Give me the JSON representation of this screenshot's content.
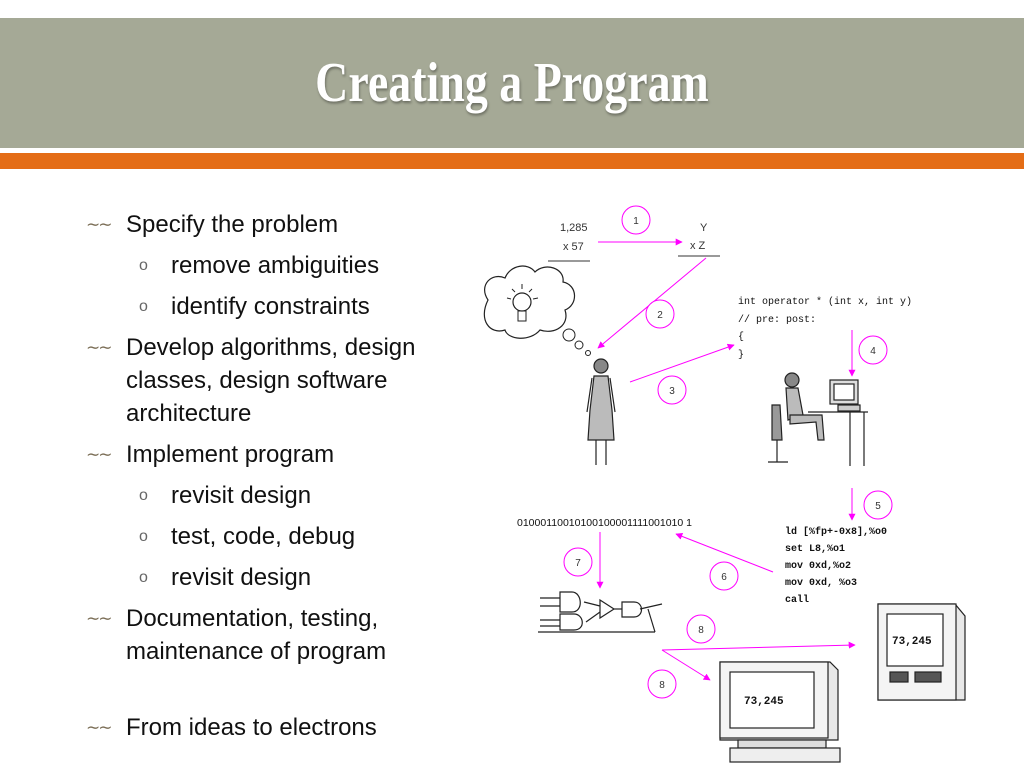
{
  "slide": {
    "title": "Creating a Program",
    "colors": {
      "header": "#a5a996",
      "accent": "#e46d16",
      "arrow": "#ff00ff"
    }
  },
  "bullets": [
    {
      "level": 1,
      "text": "Specify the problem"
    },
    {
      "level": 2,
      "text": "remove ambiguities"
    },
    {
      "level": 2,
      "text": "identify constraints"
    },
    {
      "level": 1,
      "text": "Develop algorithms, design classes, design software architecture"
    },
    {
      "level": 1,
      "text": "Implement program"
    },
    {
      "level": 2,
      "text": "revisit design"
    },
    {
      "level": 2,
      "text": "test, code, debug"
    },
    {
      "level": 2,
      "text": "revisit design"
    },
    {
      "level": 1,
      "text": "Documentation, testing, maintenance of program"
    },
    {
      "level": 1,
      "text": "From ideas to electrons"
    }
  ],
  "diagram": {
    "steps": [
      "1",
      "2",
      "3",
      "4",
      "5",
      "6",
      "7",
      "8",
      "8"
    ],
    "problem": {
      "line1": "1,285",
      "line2": "x  57"
    },
    "abstract": {
      "line1": "Y",
      "line2": "x Z"
    },
    "code": [
      "int operator * (int x, int y)",
      "// pre:  post:",
      "{",
      "}"
    ],
    "assembly": [
      "ld [%fp+-0x8],%o0",
      "set L8,%o1",
      "mov 0xd,%o2",
      "mov 0xd, %o3",
      "call"
    ],
    "binary": "01000110010100100001111001010 1",
    "screen_value": "73,245"
  }
}
